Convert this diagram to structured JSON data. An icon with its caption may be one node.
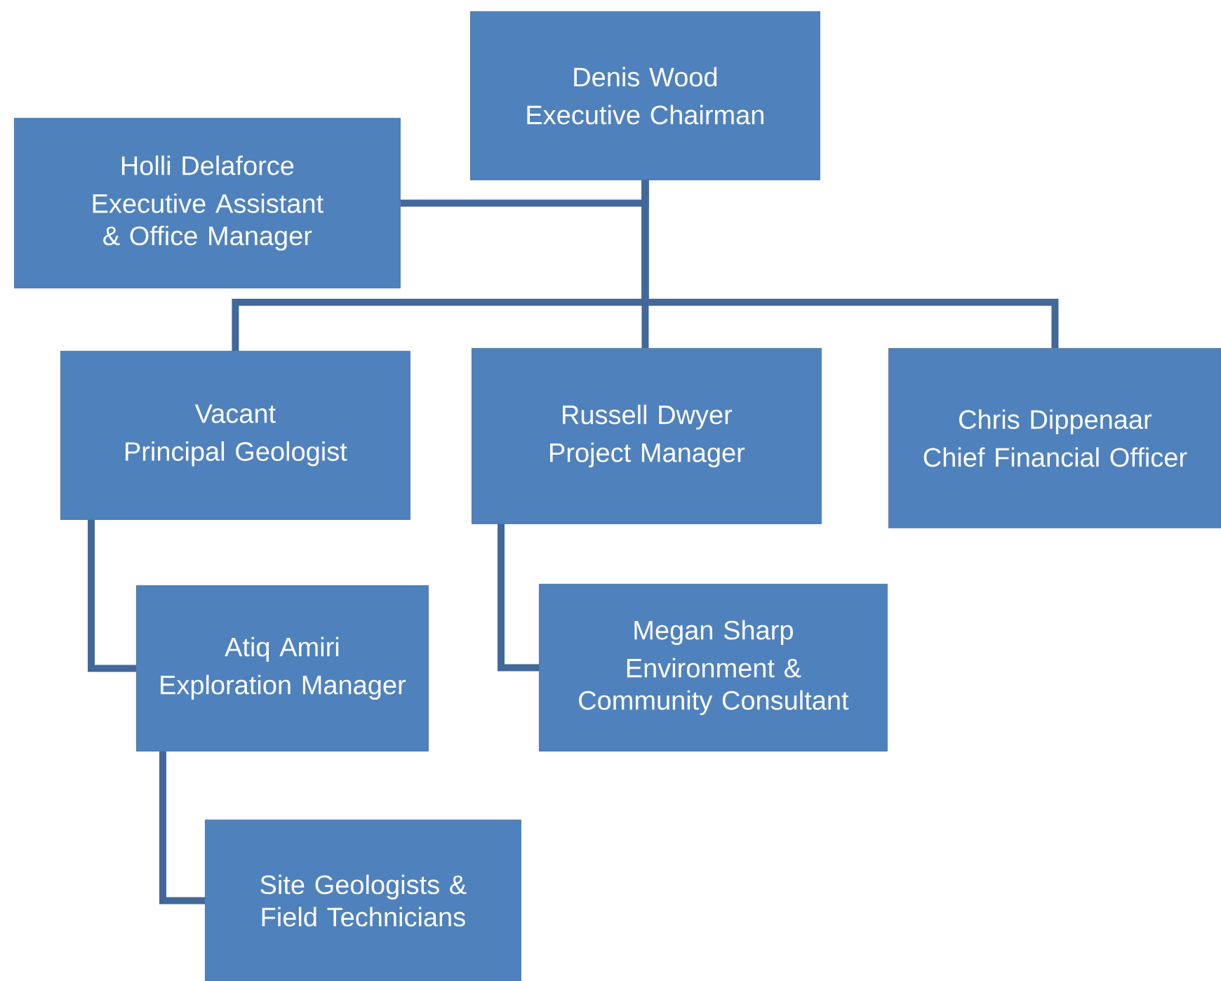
{
  "diagram": {
    "nodes": [
      {
        "text": [
          "Denis Wood",
          "Executive Chairman"
        ]
      },
      {
        "text": [
          "Holli Delaforce",
          "Executive Assistant & Office Manager"
        ]
      },
      {
        "text": [
          "Vacant",
          "Principal Geologist"
        ]
      },
      {
        "text": [
          "Russell Dwyer",
          "Project Manager"
        ]
      },
      {
        "text": [
          "Chris Dippenaar",
          "Chief Financial Officer"
        ]
      },
      {
        "text": [
          "Atiq Amiri",
          "Exploration Manager"
        ]
      },
      {
        "text": [
          "Megan Sharp",
          "Environment & Community Consultant"
        ]
      },
      {
        "text": [
          "Site Geologists & Field Technicians"
        ]
      }
    ],
    "edges": [
      {
        "from": 0,
        "to": 1,
        "arrow": "none"
      },
      {
        "from": 0,
        "to": 2,
        "arrow": "none"
      },
      {
        "from": 0,
        "to": 3,
        "arrow": "none"
      },
      {
        "from": 0,
        "to": 4,
        "arrow": "none"
      },
      {
        "from": 2,
        "to": 5,
        "arrow": "none"
      },
      {
        "from": 3,
        "to": 6,
        "arrow": "none"
      },
      {
        "from": 5,
        "to": 7,
        "arrow": "none"
      }
    ]
  }
}
